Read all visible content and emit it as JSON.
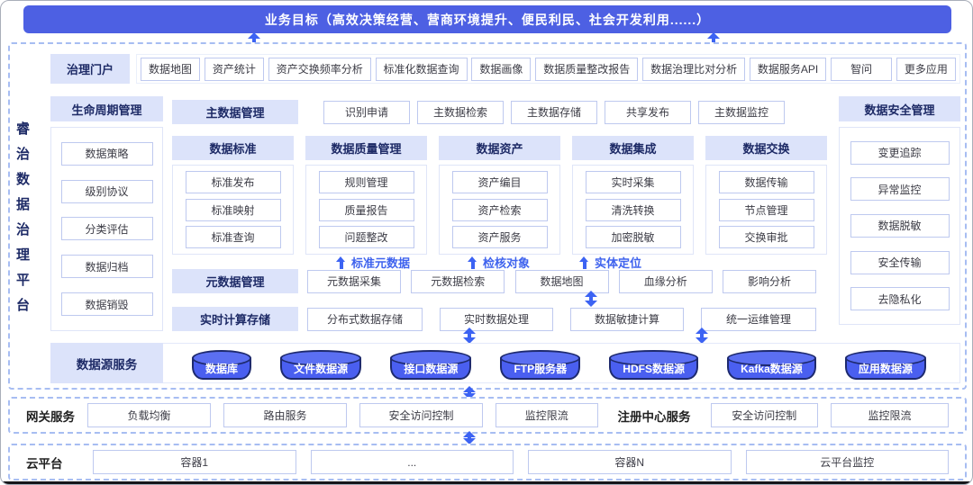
{
  "banner": {
    "text": "业务目标（高效决策经营、营商环境提升、便民利民、社会开发利用......）"
  },
  "platform": {
    "title": "睿治数据治理平台"
  },
  "portal": {
    "label": "治理门户",
    "items": [
      "数据地图",
      "资产统计",
      "资产交换频率分析",
      "标准化数据查询",
      "数据画像",
      "数据质量整改报告",
      "数据治理比对分析",
      "数据服务API",
      "智问",
      "更多应用"
    ]
  },
  "lifecycle": {
    "header": "生命周期管理",
    "items": [
      "数据策略",
      "级别协议",
      "分类评估",
      "数据归档",
      "数据销毁"
    ]
  },
  "master": {
    "header": "主数据管理",
    "items": [
      "识别申请",
      "主数据检索",
      "主数据存储",
      "共享发布",
      "主数据监控"
    ]
  },
  "columns": [
    {
      "header": "数据标准",
      "items": [
        "标准发布",
        "标准映射",
        "标准查询"
      ]
    },
    {
      "header": "数据质量管理",
      "items": [
        "规则管理",
        "质量报告",
        "问题整改"
      ]
    },
    {
      "header": "数据资产",
      "items": [
        "资产编目",
        "资产检索",
        "资产服务"
      ]
    },
    {
      "header": "数据集成",
      "items": [
        "实时采集",
        "清洗转换",
        "加密脱敏"
      ]
    },
    {
      "header": "数据交换",
      "items": [
        "数据传输",
        "节点管理",
        "交换审批"
      ]
    }
  ],
  "annotations": [
    "标准元数据",
    "检核对象",
    "实体定位"
  ],
  "metadata": {
    "header": "元数据管理",
    "items": [
      "元数据采集",
      "元数据检索",
      "数据地图",
      "血缘分析",
      "影响分析"
    ]
  },
  "realtime": {
    "header": "实时计算存储",
    "items": [
      "分布式数据存储",
      "实时数据处理",
      "数据敏捷计算",
      "统一运维管理"
    ]
  },
  "security": {
    "header": "数据安全管理",
    "items": [
      "变更追踪",
      "异常监控",
      "数据脱敏",
      "安全传输",
      "去隐私化"
    ]
  },
  "datasource": {
    "label": "数据源服务",
    "items": [
      "数据库",
      "文件数据源",
      "接口数据源",
      "FTP服务器",
      "HDFS数据源",
      "Kafka数据源",
      "应用数据源"
    ]
  },
  "gateway": {
    "label": "网关服务",
    "items": [
      "负载均衡",
      "路由服务",
      "安全访问控制",
      "监控限流"
    ],
    "registry_label": "注册中心服务",
    "registry_items": [
      "安全访问控制",
      "监控限流"
    ]
  },
  "cloud": {
    "label": "云平台",
    "items": [
      "容器1",
      "...",
      "容器N",
      "云平台监控"
    ]
  },
  "colors": {
    "banner_bg": "#4d60e3",
    "arrow_blue": "#3c63f3",
    "header_bg": "#dce3fa",
    "header_text": "#1d2a66",
    "box_border": "#bec9ef",
    "dashed_border": "#a7bdf2",
    "cylinder_fill": "#4a5ff0",
    "cylinder_border": "#1e2a6e",
    "annotation_text": "#3f63ee"
  }
}
